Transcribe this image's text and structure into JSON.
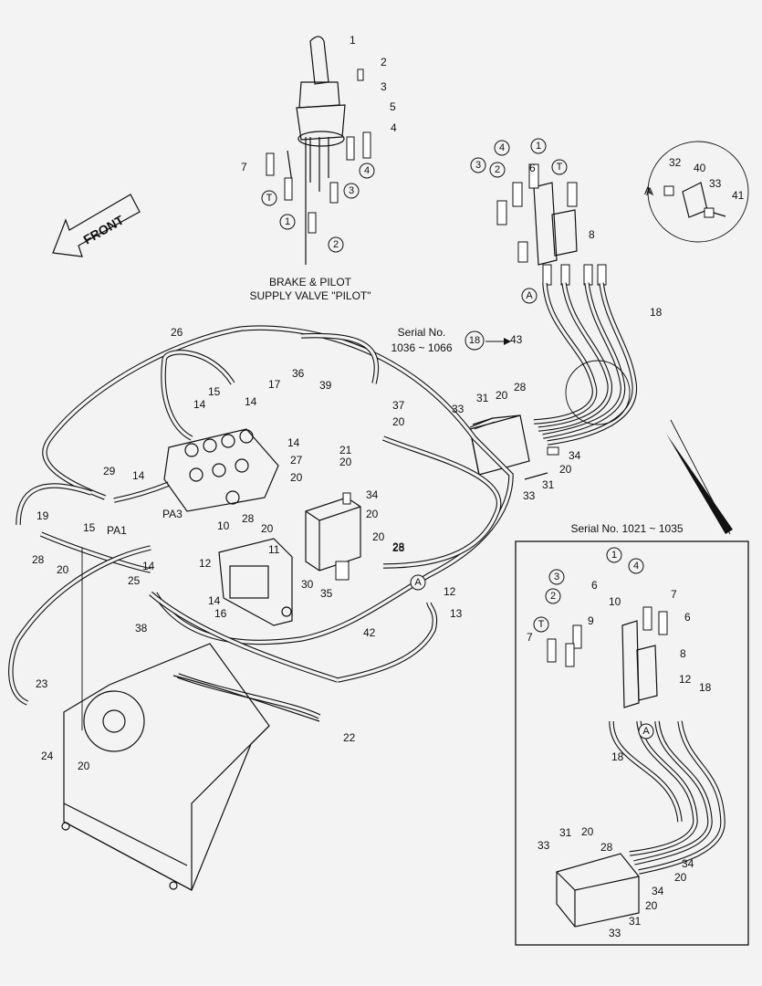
{
  "front_label": "FRONT",
  "supply_valve_caption": [
    "BRAKE & PILOT",
    "SUPPLY VALVE \"PILOT\""
  ],
  "serial_top": [
    "Serial No.",
    "1036 ~ 1066"
  ],
  "serial_inset": "Serial No. 1021 ~ 1035",
  "pa_labels": [
    "PA3",
    "PA1"
  ],
  "circled_labels": {
    "top": [
      "T",
      "1",
      "2",
      "3",
      "4"
    ],
    "right": [
      "3",
      "2",
      "4",
      "1",
      "T",
      "A"
    ],
    "detail": "A",
    "mid": "A",
    "inset": [
      "1",
      "4",
      "3",
      "2",
      "T",
      "A"
    ],
    "serial": "18"
  },
  "part_labels": [
    {
      "t": "1"
    },
    {
      "t": "2"
    },
    {
      "t": "3"
    },
    {
      "t": "5"
    },
    {
      "t": "4"
    },
    {
      "t": "7"
    },
    {
      "t": "6"
    },
    {
      "t": "8"
    },
    {
      "t": "32"
    },
    {
      "t": "40"
    },
    {
      "t": "33"
    },
    {
      "t": "41"
    },
    {
      "t": "A"
    },
    {
      "t": "18"
    },
    {
      "t": "43"
    },
    {
      "t": "26"
    },
    {
      "t": "15"
    },
    {
      "t": "14"
    },
    {
      "t": "14"
    },
    {
      "t": "17"
    },
    {
      "t": "36"
    },
    {
      "t": "39"
    },
    {
      "t": "37"
    },
    {
      "t": "20"
    },
    {
      "t": "14"
    },
    {
      "t": "21"
    },
    {
      "t": "20"
    },
    {
      "t": "27"
    },
    {
      "t": "20"
    },
    {
      "t": "14"
    },
    {
      "t": "29"
    },
    {
      "t": "15"
    },
    {
      "t": "34"
    },
    {
      "t": "20"
    },
    {
      "t": "20"
    },
    {
      "t": "28"
    },
    {
      "t": "19"
    },
    {
      "t": "28"
    },
    {
      "t": "20"
    },
    {
      "t": "28"
    },
    {
      "t": "10"
    },
    {
      "t": "11"
    },
    {
      "t": "12"
    },
    {
      "t": "14"
    },
    {
      "t": "25"
    },
    {
      "t": "14"
    },
    {
      "t": "16"
    },
    {
      "t": "30"
    },
    {
      "t": "35"
    },
    {
      "t": "20"
    },
    {
      "t": "28"
    },
    {
      "t": "38"
    },
    {
      "t": "12"
    },
    {
      "t": "13"
    },
    {
      "t": "42"
    },
    {
      "t": "23"
    },
    {
      "t": "24"
    },
    {
      "t": "20"
    },
    {
      "t": "22"
    },
    {
      "t": "31"
    },
    {
      "t": "33"
    },
    {
      "t": "20"
    },
    {
      "t": "28"
    },
    {
      "t": "34"
    },
    {
      "t": "20"
    },
    {
      "t": "33"
    },
    {
      "t": "31"
    },
    {
      "t": "6"
    },
    {
      "t": "7"
    },
    {
      "t": "10"
    },
    {
      "t": "9"
    },
    {
      "t": "6"
    },
    {
      "t": "7"
    },
    {
      "t": "8"
    },
    {
      "t": "12"
    },
    {
      "t": "18"
    },
    {
      "t": "18"
    },
    {
      "t": "33"
    },
    {
      "t": "31"
    },
    {
      "t": "20"
    },
    {
      "t": "28"
    },
    {
      "t": "34"
    },
    {
      "t": "20"
    },
    {
      "t": "34"
    },
    {
      "t": "20"
    },
    {
      "t": "33"
    },
    {
      "t": "31"
    }
  ]
}
